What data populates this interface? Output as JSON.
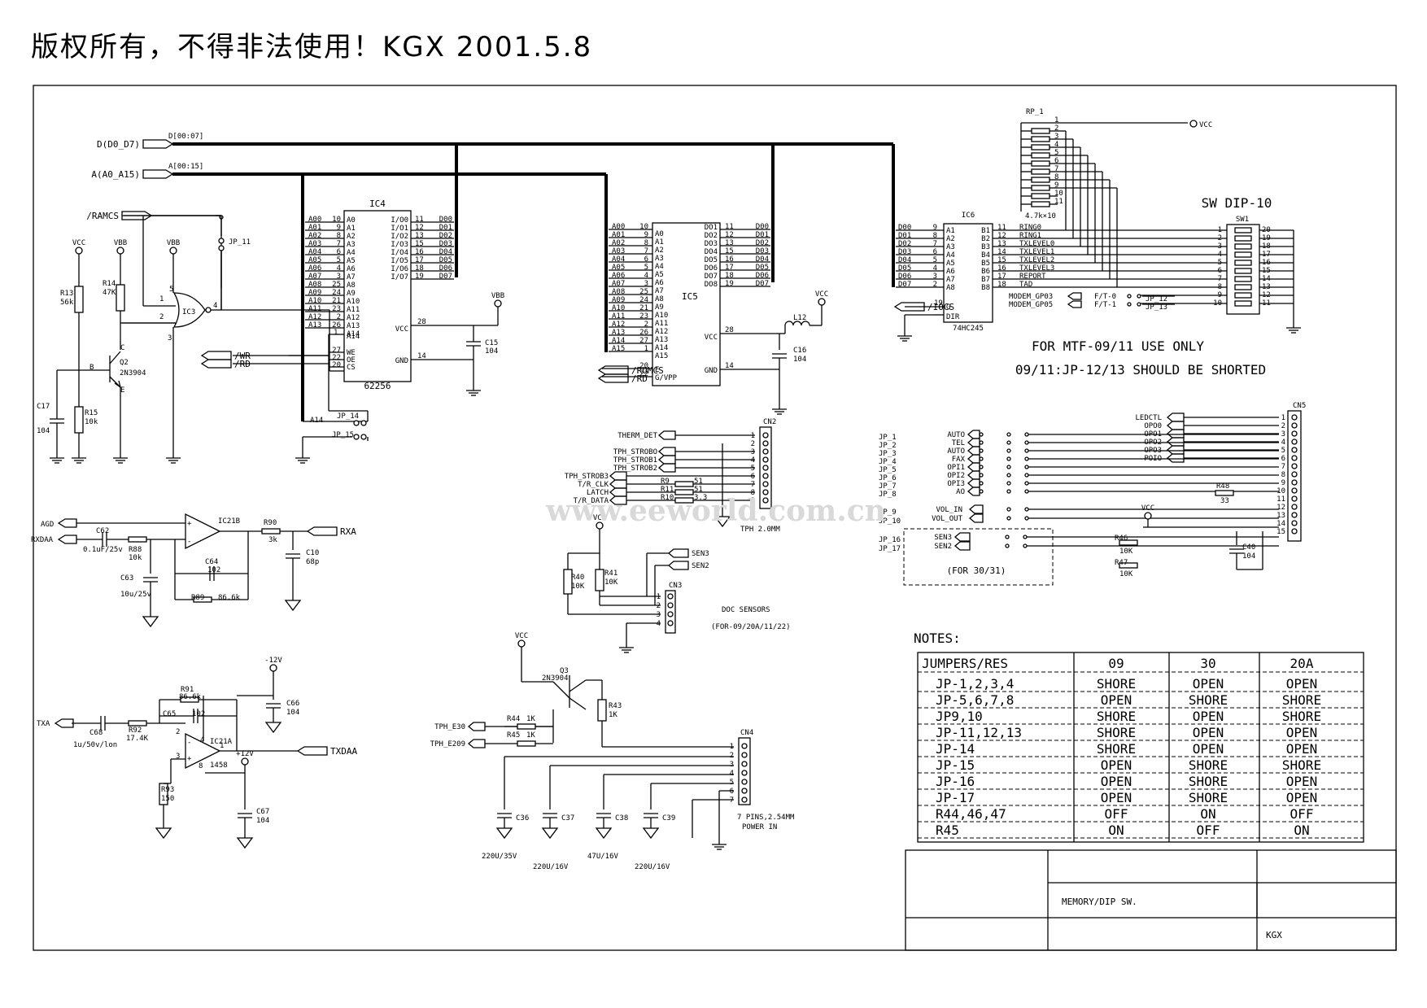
{
  "header": {
    "title": "版权所有，不得非法使用！KGX 2001.5.8"
  },
  "watermark": "www.eeworld.com.cn",
  "buses": {
    "data_port": "D(D0_D7)",
    "data_bus": "D[00:07]",
    "addr_port": "A(A0_A15)",
    "addr_bus": "A[00:15]"
  },
  "ram": {
    "ref": "IC4",
    "part": "62256",
    "addr_pins": [
      "A00",
      "A01",
      "A02",
      "A03",
      "A04",
      "A05",
      "A06",
      "A07",
      "A08",
      "A09",
      "A10",
      "A11",
      "A12",
      "A13"
    ],
    "pin_nums": [
      "10",
      "9",
      "8",
      "7",
      "6",
      "5",
      "4",
      "3",
      "25",
      "24",
      "21",
      "23",
      "2",
      "26"
    ],
    "internal_addr": [
      "A0",
      "A1",
      "A2",
      "A3",
      "A4",
      "A5",
      "A6",
      "A7",
      "A8",
      "A9",
      "A10",
      "A11",
      "A12",
      "A13",
      "A14"
    ],
    "io": [
      "I/O0",
      "I/O1",
      "I/O2",
      "I/O3",
      "I/O4",
      "I/O5",
      "I/O6",
      "I/O7"
    ],
    "io_nums": [
      "11",
      "12",
      "13",
      "15",
      "16",
      "17",
      "18",
      "19"
    ],
    "data": [
      "D00",
      "D01",
      "D02",
      "D03",
      "D04",
      "D05",
      "D06",
      "D07"
    ],
    "ctrl": [
      "WE",
      "OE",
      "CS"
    ],
    "ctrl_nums": [
      "27",
      "22",
      "20"
    ],
    "vcc": "VCC",
    "gnd": "GND",
    "vcc_pin": "28",
    "gnd_pin": "14",
    "a14": "A14",
    "pin1": "1"
  },
  "rom": {
    "ref": "IC5",
    "addr_pins": [
      "A00",
      "A01",
      "A02",
      "A03",
      "A04",
      "A05",
      "A06",
      "A07",
      "A08",
      "A09",
      "A10",
      "A11",
      "A12",
      "A13",
      "A14",
      "A15"
    ],
    "pin_nums": [
      "10",
      "9",
      "8",
      "7",
      "6",
      "5",
      "4",
      "3",
      "25",
      "24",
      "21",
      "23",
      "2",
      "26",
      "27",
      "1"
    ],
    "internal_addr": [
      "A0",
      "A1",
      "A2",
      "A3",
      "A4",
      "A5",
      "A6",
      "A7",
      "A8",
      "A9",
      "A10",
      "A11",
      "A12",
      "A13",
      "A14",
      "A15"
    ],
    "dpins": [
      "DO1",
      "DO2",
      "DO3",
      "DO4",
      "DO5",
      "DO6",
      "DO7",
      "DO8"
    ],
    "dnums": [
      "11",
      "12",
      "13",
      "15",
      "16",
      "17",
      "18",
      "19"
    ],
    "data": [
      "D00",
      "D01",
      "D02",
      "D03",
      "D04",
      "D05",
      "D06",
      "D07"
    ],
    "vcc": "VCC",
    "gnd": "GND",
    "vcc_pin": "28",
    "gnd_pin": "14",
    "ce": "E",
    "oe": "G/VPP",
    "ce_pin": "20",
    "oe_pin": "22",
    "romcs": "/ROMCS",
    "rd": "/RD"
  },
  "buffer": {
    "ref": "IC6",
    "part": "74HC245",
    "data": [
      "D00",
      "D01",
      "D02",
      "D03",
      "D04",
      "D05",
      "D06",
      "D07"
    ],
    "a_nums": [
      "9",
      "8",
      "7",
      "6",
      "5",
      "4",
      "3",
      "2"
    ],
    "a_pins": [
      "A1",
      "A2",
      "A3",
      "A4",
      "A5",
      "A6",
      "A7",
      "A8"
    ],
    "b_pins": [
      "B1",
      "B2",
      "B3",
      "B4",
      "B5",
      "B6",
      "B7",
      "B8"
    ],
    "b_nums": [
      "11",
      "12",
      "13",
      "14",
      "15",
      "16",
      "17",
      "18"
    ],
    "b_nets": [
      "RING0",
      "RING1",
      "TXLEVEL0",
      "TXLEVEL1",
      "TXLEVEL2",
      "TXLEVEL3",
      "REPORT",
      "TAD"
    ],
    "g": "G",
    "dir": "DIR",
    "g_pin": "19",
    "dir_pin": "1",
    "iocs": "/IOCS"
  },
  "rpack": {
    "ref": "RP_1",
    "value": "4.7k×10",
    "vcc": "VCC",
    "pins": [
      "1",
      "2",
      "3",
      "4",
      "5",
      "6",
      "7",
      "8",
      "9",
      "10",
      "11"
    ]
  },
  "dip": {
    "title": "SW DIP-10",
    "ref": "SW1",
    "left_pins": [
      "1",
      "2",
      "3",
      "4",
      "5",
      "6",
      "7",
      "8",
      "9",
      "10"
    ],
    "right_pins": [
      "20",
      "19",
      "18",
      "17",
      "16",
      "15",
      "14",
      "13",
      "12",
      "11"
    ],
    "modem": [
      "MODEM_GP03",
      "MODEM_GP05"
    ],
    "ft": [
      "F/T-0",
      "F/T-1"
    ],
    "jps": [
      "JP_12",
      "JP_13"
    ]
  },
  "ramcs": {
    "ramcs": "/RAMCS",
    "wr": "/WR",
    "rd": "/RD",
    "jp11": "JP_11",
    "jp14": "JP_14",
    "jp15": "JP_15",
    "ic3": "IC3",
    "q2": "Q2",
    "q2_part": "2N3904",
    "r13": "R13",
    "r13v": "56k",
    "r14": "R14",
    "r14v": "47K",
    "r15": "R15",
    "r15v": "10k",
    "c17": "C17",
    "c17v": "104",
    "vcc": "VCC",
    "vbb": "VBB",
    "vbb2": "VBB",
    "b": "B",
    "c": "C",
    "e": "E",
    "p1": "1",
    "p2": "2",
    "p3": "3",
    "p4": "4",
    "p5": "5",
    "c15": "C15",
    "c15v": "104",
    "c16": "C16",
    "c16v": "104",
    "l12": "L12",
    "vcc2": "VCC",
    "vbb3": "VBB"
  },
  "notes_top": [
    "FOR MTF-09/11 USE ONLY",
    "09/11:JP-12/13 SHOULD BE SHORTED"
  ],
  "cn2": {
    "ref": "CN2",
    "label": "TPH 2.0MM",
    "nets": [
      "THERM_DET",
      "TPH_STROBO",
      "TPH_STROB1",
      "TPH_STROB2"
    ],
    "nets2": [
      "TPH_STROB3",
      "T/R_CLK",
      "LATCH",
      "T/R_DATA"
    ],
    "rs": [
      "R9",
      "R11",
      "R10"
    ],
    "rv": [
      "51",
      "51",
      "3.3"
    ],
    "pins": [
      "1",
      "2",
      "3",
      "4",
      "5",
      "6",
      "7",
      "8",
      "9"
    ]
  },
  "cn3": {
    "ref": "CN3",
    "nets": [
      "SEN3",
      "SEN2"
    ],
    "r40": "R40",
    "r40v": "10K",
    "r41": "R41",
    "r41v": "10K",
    "vcc": "VCC",
    "label": "DOC SENSORS",
    "sub": "(FOR-09/20A/11/22)",
    "pins": [
      "1",
      "2",
      "3",
      "4"
    ]
  },
  "cn4": {
    "ref": "CN4",
    "q3": "Q3",
    "q3p": "2N3904",
    "vcc": "VCC",
    "nets": [
      "TPH_E30",
      "TPH_E209"
    ],
    "r44": "R44",
    "r44v": "1K",
    "r45": "R45",
    "r45v": "1K",
    "r43": "R43",
    "r43v": "1K",
    "caps": [
      "C36",
      "C37",
      "C38",
      "C39"
    ],
    "capv": [
      "220U/35V",
      "220U/16V",
      "47U/16V",
      "220U/16V"
    ],
    "label": "7 PINS,2.54MM",
    "label2": "POWER IN",
    "pins": [
      "1",
      "2",
      "3",
      "4",
      "5",
      "6",
      "7"
    ]
  },
  "cn5": {
    "ref": "CN5",
    "right_nets": [
      "LEDCTL",
      "OPO0",
      "OPO1",
      "OPO2",
      "OPO3",
      "POIO"
    ],
    "jps": [
      "JP_1",
      "JP_2",
      "JP_3",
      "JP_4",
      "JP_5",
      "JP_6",
      "JP_7",
      "JP_8"
    ],
    "jp_nets": [
      "AUTO",
      "TEL",
      "AUTO",
      "FAX",
      "OPI1",
      "OPI2",
      "OPI3",
      "AO"
    ],
    "vol": [
      "VOL_IN",
      "VOL_OUT"
    ],
    "jps2": [
      "JP_9",
      "JP_10"
    ],
    "sen": [
      "SEN3",
      "SEN2"
    ],
    "jps3": [
      "JP_16",
      "JP_17"
    ],
    "r48": "R48",
    "r48v": "33",
    "r46": "R46",
    "r46v": "10K",
    "r47": "R47",
    "r47v": "10K",
    "c40": "C40",
    "c40v": "104",
    "vcc": "VCC",
    "for": "(FOR 30/31)",
    "pins": [
      "1",
      "2",
      "3",
      "4",
      "5",
      "6",
      "7",
      "8",
      "9",
      "10",
      "11",
      "12",
      "13",
      "14",
      "15"
    ]
  },
  "rx": {
    "agd": "AGD",
    "rxdaa": "RXDAA",
    "rxa": "RXA",
    "c62": "C62",
    "c62v": "0.1uF/25v",
    "r88": "R88",
    "r88v": "10k",
    "ic": "IC21B",
    "c63": "C63",
    "c63v": "10u/25v",
    "c64": "C64",
    "c64v": "102",
    "r89": "R89",
    "r89v": "86.6k",
    "r90": "R90",
    "r90v": "3k",
    "c10": "C10",
    "c10v": "68p"
  },
  "tx": {
    "txa": "TXA",
    "txdaa": "TXDAA",
    "c68": "C68",
    "c68v": "1u/50v/lon",
    "r92": "R92",
    "r92v": "17.4K",
    "r91": "R91",
    "r91v": "86.6k",
    "c65": "C65",
    "c65v": "102",
    "ic": "IC21A",
    "part": "1458",
    "r93": "R93",
    "r93v": "150",
    "m12": "-12V",
    "p12": "+12V",
    "c66": "C66",
    "c66v": "104",
    "c67": "C67",
    "c67v": "104"
  },
  "notes": {
    "heading": "NOTES:",
    "header": [
      "JUMPERS/RES",
      "09",
      "30",
      "20A"
    ],
    "rows": [
      [
        "JP-1,2,3,4",
        "SHORE",
        "OPEN",
        "OPEN"
      ],
      [
        "JP-5,6,7,8",
        "OPEN",
        "SHORE",
        "SHORE"
      ],
      [
        "JP9,10",
        "SHORE",
        "OPEN",
        "SHORE"
      ],
      [
        "JP-11,12,13",
        "SHORE",
        "OPEN",
        "OPEN"
      ],
      [
        "JP-14",
        "SHORE",
        "OPEN",
        "OPEN"
      ],
      [
        "JP-15",
        "OPEN",
        "SHORE",
        "SHORE"
      ],
      [
        "JP-16",
        "OPEN",
        "SHORE",
        "OPEN"
      ],
      [
        "JP-17",
        "OPEN",
        "SHORE",
        "OPEN"
      ],
      [
        "R44,46,47",
        "OFF",
        "ON",
        "OFF"
      ],
      [
        "R45",
        "ON",
        "OFF",
        "ON"
      ]
    ]
  },
  "titleblock": {
    "name": "MEMORY/DIP SW.",
    "author": "KGX"
  }
}
